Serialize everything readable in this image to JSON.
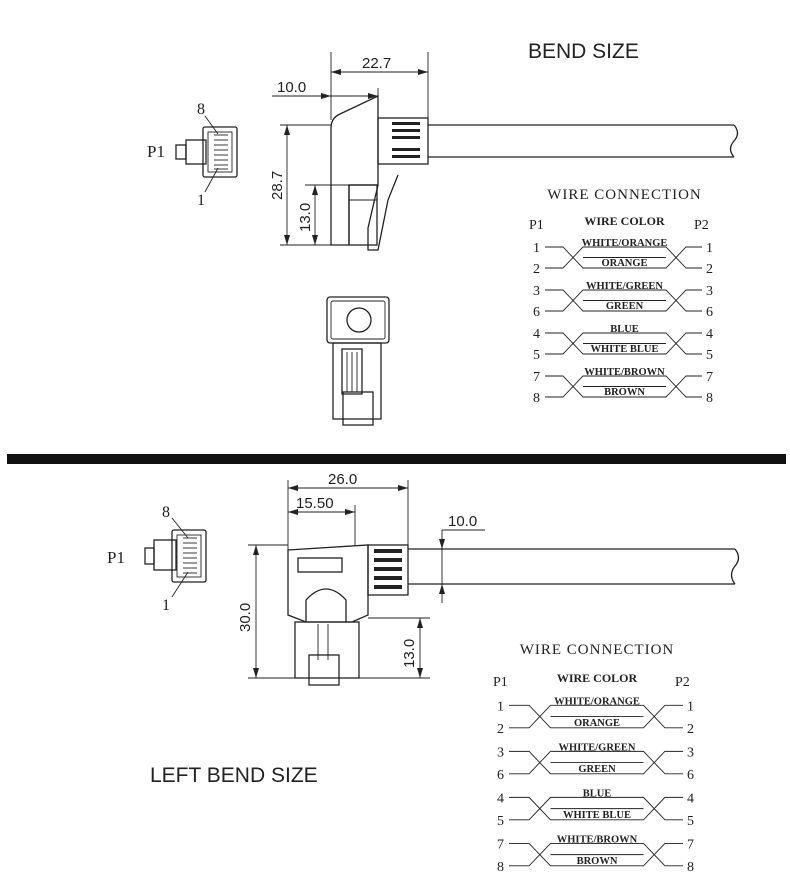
{
  "top": {
    "title": "BEND SIZE",
    "p1_label": "P1",
    "pin_top": "8",
    "pin_bottom": "1",
    "dims": {
      "width_total": "22.7",
      "offset": "10.0",
      "height_total": "28.7",
      "plug_height": "13.0"
    }
  },
  "bottom": {
    "title": "LEFT BEND SIZE",
    "p1_label": "P1",
    "pin_top": "8",
    "pin_bottom": "1",
    "dims": {
      "width_total": "26.0",
      "width_partial": "15.50",
      "cable_dia": "10.0",
      "height_total": "30.0",
      "plug_height": "13.0"
    }
  },
  "wiring": {
    "title": "WIRE CONNECTION",
    "header": "WIRE COLOR",
    "p1": "P1",
    "p2": "P2",
    "groups": [
      {
        "pins": [
          "1",
          "2"
        ],
        "colors": [
          "WHITE/ORANGE",
          "ORANGE"
        ]
      },
      {
        "pins": [
          "3",
          "6"
        ],
        "colors": [
          "WHITE/GREEN",
          "GREEN"
        ]
      },
      {
        "pins": [
          "4",
          "5"
        ],
        "colors": [
          "BLUE",
          "WHITE BLUE"
        ]
      },
      {
        "pins": [
          "7",
          "8"
        ],
        "colors": [
          "WHITE/BROWN",
          "BROWN"
        ]
      }
    ]
  }
}
